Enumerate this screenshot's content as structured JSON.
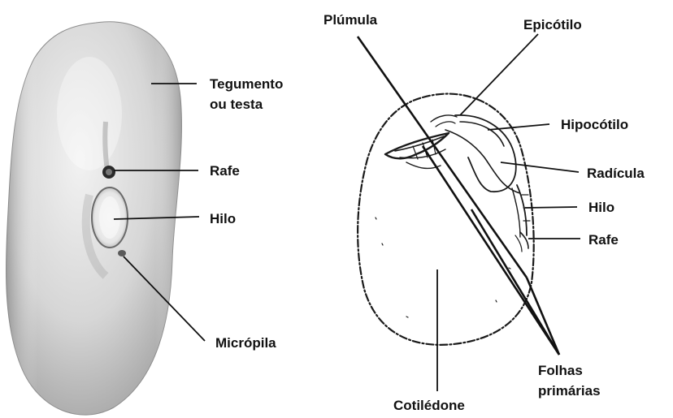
{
  "left_figure": {
    "labels": {
      "tegumento_line1": "Tegumento",
      "tegumento_line2": "ou testa",
      "rafe": "Rafe",
      "hilo": "Hilo",
      "micropila": "Micrópila"
    }
  },
  "right_figure": {
    "labels": {
      "plumula": "Plúmula",
      "epicotilo": "Epicótilo",
      "hipocotilo": "Hipocótilo",
      "radicula": "Radícula",
      "hilo": "Hilo",
      "rafe": "Rafe",
      "folhas_line1": "Folhas",
      "folhas_line2": "primárias",
      "cotiledone": "Cotilédone"
    }
  }
}
